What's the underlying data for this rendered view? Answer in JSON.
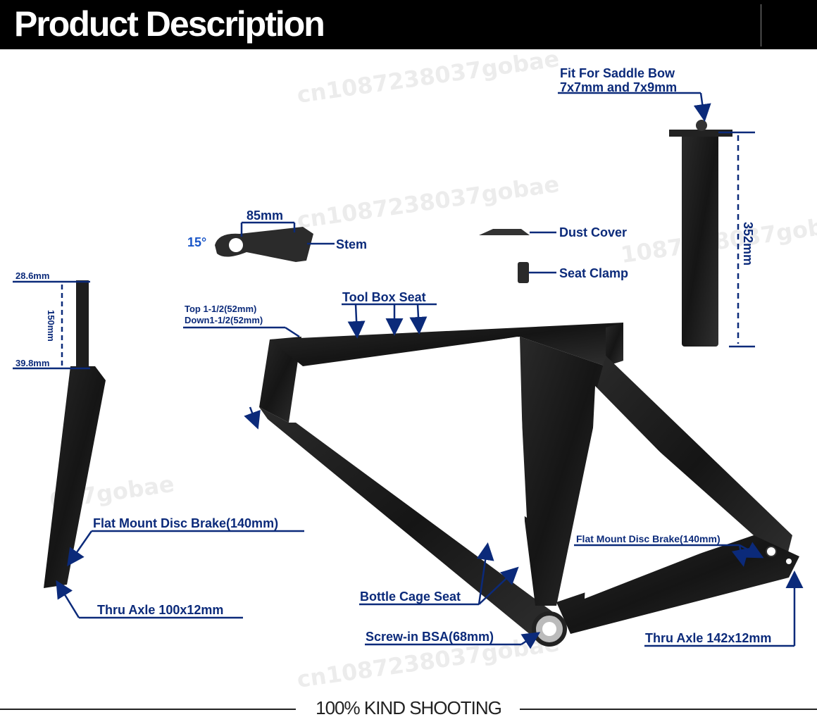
{
  "header": {
    "title": "Product Description"
  },
  "watermarks": [
    "cn1087238037gobae",
    "cn1087238037gobae",
    "cn1087238037gobae",
    "037gobae",
    "1087238037gobae"
  ],
  "labels": {
    "saddle_bow_line1": "Fit For Saddle Bow",
    "saddle_bow_line2": "7x7mm and 7x9mm",
    "seatpost_length": "352mm",
    "stem_length": "85mm",
    "stem_angle": "15°",
    "stem": "Stem",
    "dust_cover": "Dust Cover",
    "seat_clamp": "Seat Clamp",
    "steerer_top": "28.6mm",
    "steerer_length": "150mm",
    "steerer_bottom": "39.8mm",
    "tool_box_seat": "Tool Box Seat",
    "headtube_top": "Top 1-1/2(52mm)",
    "headtube_down": "Down1-1/2(52mm)",
    "fork_brake": "Flat Mount Disc Brake(140mm)",
    "fork_axle": "Thru Axle 100x12mm",
    "rear_brake": "Flat Mount Disc Brake(140mm)",
    "bottle_cage": "Bottle Cage Seat",
    "bb": "Screw-in BSA(68mm)",
    "rear_axle": "Thru Axle 142x12mm"
  },
  "footer": {
    "text": "100% KIND SHOOTING"
  },
  "colors": {
    "label": "#0b2a7a",
    "frame": "#1c1c1c",
    "header_bg": "#000000"
  }
}
